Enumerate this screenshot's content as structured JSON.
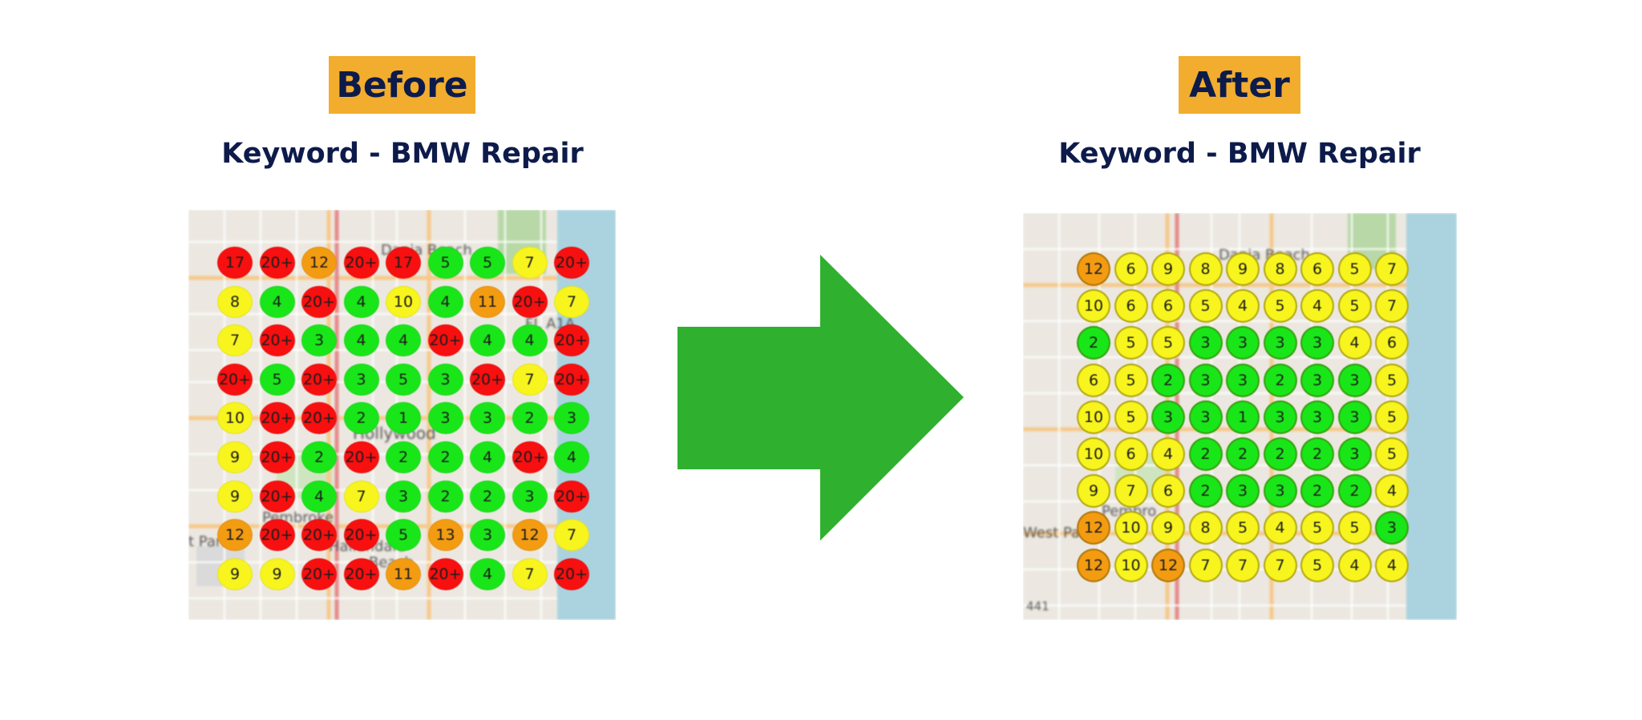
{
  "before": {
    "badge": "Before",
    "subtitle": "Keyword - BMW Repair",
    "map_labels": [
      "Dania Beach",
      "FL A1A",
      "Hollywood",
      "Pembroke",
      "Hallandale",
      "t Park",
      "Beach"
    ],
    "grid": [
      [
        {
          "v": "17",
          "c": "red"
        },
        {
          "v": "20+",
          "c": "red"
        },
        {
          "v": "12",
          "c": "orange"
        },
        {
          "v": "20+",
          "c": "red"
        },
        {
          "v": "17",
          "c": "red"
        },
        {
          "v": "5",
          "c": "green"
        },
        {
          "v": "5",
          "c": "green"
        },
        {
          "v": "7",
          "c": "yellow"
        },
        {
          "v": "20+",
          "c": "red"
        }
      ],
      [
        {
          "v": "8",
          "c": "yellow"
        },
        {
          "v": "4",
          "c": "green"
        },
        {
          "v": "20+",
          "c": "red"
        },
        {
          "v": "4",
          "c": "green"
        },
        {
          "v": "10",
          "c": "yellow"
        },
        {
          "v": "4",
          "c": "green"
        },
        {
          "v": "11",
          "c": "orange"
        },
        {
          "v": "20+",
          "c": "red"
        },
        {
          "v": "7",
          "c": "yellow"
        }
      ],
      [
        {
          "v": "7",
          "c": "yellow"
        },
        {
          "v": "20+",
          "c": "red"
        },
        {
          "v": "3",
          "c": "green"
        },
        {
          "v": "4",
          "c": "green"
        },
        {
          "v": "4",
          "c": "green"
        },
        {
          "v": "20+",
          "c": "red"
        },
        {
          "v": "4",
          "c": "green"
        },
        {
          "v": "4",
          "c": "green"
        },
        {
          "v": "20+",
          "c": "red"
        }
      ],
      [
        {
          "v": "20+",
          "c": "red"
        },
        {
          "v": "5",
          "c": "green"
        },
        {
          "v": "20+",
          "c": "red"
        },
        {
          "v": "3",
          "c": "green"
        },
        {
          "v": "5",
          "c": "green"
        },
        {
          "v": "3",
          "c": "green"
        },
        {
          "v": "20+",
          "c": "red"
        },
        {
          "v": "7",
          "c": "yellow"
        },
        {
          "v": "20+",
          "c": "red"
        }
      ],
      [
        {
          "v": "10",
          "c": "yellow"
        },
        {
          "v": "20+",
          "c": "red"
        },
        {
          "v": "20+",
          "c": "red"
        },
        {
          "v": "2",
          "c": "green"
        },
        {
          "v": "1",
          "c": "green"
        },
        {
          "v": "3",
          "c": "green"
        },
        {
          "v": "3",
          "c": "green"
        },
        {
          "v": "2",
          "c": "green"
        },
        {
          "v": "3",
          "c": "green"
        }
      ],
      [
        {
          "v": "9",
          "c": "yellow"
        },
        {
          "v": "20+",
          "c": "red"
        },
        {
          "v": "2",
          "c": "green"
        },
        {
          "v": "20+",
          "c": "red"
        },
        {
          "v": "2",
          "c": "green"
        },
        {
          "v": "2",
          "c": "green"
        },
        {
          "v": "4",
          "c": "green"
        },
        {
          "v": "20+",
          "c": "red"
        },
        {
          "v": "4",
          "c": "green"
        }
      ],
      [
        {
          "v": "9",
          "c": "yellow"
        },
        {
          "v": "20+",
          "c": "red"
        },
        {
          "v": "4",
          "c": "green"
        },
        {
          "v": "7",
          "c": "yellow"
        },
        {
          "v": "3",
          "c": "green"
        },
        {
          "v": "2",
          "c": "green"
        },
        {
          "v": "2",
          "c": "green"
        },
        {
          "v": "3",
          "c": "green"
        },
        {
          "v": "20+",
          "c": "red"
        }
      ],
      [
        {
          "v": "12",
          "c": "orange"
        },
        {
          "v": "20+",
          "c": "red"
        },
        {
          "v": "20+",
          "c": "red"
        },
        {
          "v": "20+",
          "c": "red"
        },
        {
          "v": "5",
          "c": "green"
        },
        {
          "v": "13",
          "c": "orange"
        },
        {
          "v": "3",
          "c": "green"
        },
        {
          "v": "12",
          "c": "orange"
        },
        {
          "v": "7",
          "c": "yellow"
        }
      ],
      [
        {
          "v": "9",
          "c": "yellow"
        },
        {
          "v": "9",
          "c": "yellow"
        },
        {
          "v": "20+",
          "c": "red"
        },
        {
          "v": "20+",
          "c": "red"
        },
        {
          "v": "11",
          "c": "orange"
        },
        {
          "v": "20+",
          "c": "red"
        },
        {
          "v": "4",
          "c": "green"
        },
        {
          "v": "7",
          "c": "yellow"
        },
        {
          "v": "20+",
          "c": "red"
        }
      ]
    ]
  },
  "after": {
    "badge": "After",
    "subtitle": "Keyword - BMW Repair",
    "map_labels": [
      "Dania Beach",
      "West Par",
      "Pembro",
      "441"
    ],
    "grid": [
      [
        {
          "v": "12",
          "c": "orange"
        },
        {
          "v": "6",
          "c": "yellow"
        },
        {
          "v": "9",
          "c": "yellow"
        },
        {
          "v": "8",
          "c": "yellow"
        },
        {
          "v": "9",
          "c": "yellow"
        },
        {
          "v": "8",
          "c": "yellow"
        },
        {
          "v": "6",
          "c": "yellow"
        },
        {
          "v": "5",
          "c": "yellow"
        },
        {
          "v": "7",
          "c": "yellow"
        }
      ],
      [
        {
          "v": "10",
          "c": "yellow"
        },
        {
          "v": "6",
          "c": "yellow"
        },
        {
          "v": "6",
          "c": "yellow"
        },
        {
          "v": "5",
          "c": "yellow"
        },
        {
          "v": "4",
          "c": "yellow"
        },
        {
          "v": "5",
          "c": "yellow"
        },
        {
          "v": "4",
          "c": "yellow"
        },
        {
          "v": "5",
          "c": "yellow"
        },
        {
          "v": "7",
          "c": "yellow"
        }
      ],
      [
        {
          "v": "2",
          "c": "green"
        },
        {
          "v": "5",
          "c": "yellow"
        },
        {
          "v": "5",
          "c": "yellow"
        },
        {
          "v": "3",
          "c": "green"
        },
        {
          "v": "3",
          "c": "green"
        },
        {
          "v": "3",
          "c": "green"
        },
        {
          "v": "3",
          "c": "green"
        },
        {
          "v": "4",
          "c": "yellow"
        },
        {
          "v": "6",
          "c": "yellow"
        }
      ],
      [
        {
          "v": "6",
          "c": "yellow"
        },
        {
          "v": "5",
          "c": "yellow"
        },
        {
          "v": "2",
          "c": "green"
        },
        {
          "v": "3",
          "c": "green"
        },
        {
          "v": "3",
          "c": "green"
        },
        {
          "v": "2",
          "c": "green"
        },
        {
          "v": "3",
          "c": "green"
        },
        {
          "v": "3",
          "c": "green"
        },
        {
          "v": "5",
          "c": "yellow"
        }
      ],
      [
        {
          "v": "10",
          "c": "yellow"
        },
        {
          "v": "5",
          "c": "yellow"
        },
        {
          "v": "3",
          "c": "green"
        },
        {
          "v": "3",
          "c": "green"
        },
        {
          "v": "1",
          "c": "green"
        },
        {
          "v": "3",
          "c": "green"
        },
        {
          "v": "3",
          "c": "green"
        },
        {
          "v": "3",
          "c": "green"
        },
        {
          "v": "5",
          "c": "yellow"
        }
      ],
      [
        {
          "v": "10",
          "c": "yellow"
        },
        {
          "v": "6",
          "c": "yellow"
        },
        {
          "v": "4",
          "c": "yellow"
        },
        {
          "v": "2",
          "c": "green"
        },
        {
          "v": "2",
          "c": "green"
        },
        {
          "v": "2",
          "c": "green"
        },
        {
          "v": "2",
          "c": "green"
        },
        {
          "v": "3",
          "c": "green"
        },
        {
          "v": "5",
          "c": "yellow"
        }
      ],
      [
        {
          "v": "9",
          "c": "yellow"
        },
        {
          "v": "7",
          "c": "yellow"
        },
        {
          "v": "6",
          "c": "yellow"
        },
        {
          "v": "2",
          "c": "green"
        },
        {
          "v": "3",
          "c": "green"
        },
        {
          "v": "3",
          "c": "green"
        },
        {
          "v": "2",
          "c": "green"
        },
        {
          "v": "2",
          "c": "green"
        },
        {
          "v": "4",
          "c": "yellow"
        }
      ],
      [
        {
          "v": "12",
          "c": "orange"
        },
        {
          "v": "10",
          "c": "yellow"
        },
        {
          "v": "9",
          "c": "yellow"
        },
        {
          "v": "8",
          "c": "yellow"
        },
        {
          "v": "5",
          "c": "yellow"
        },
        {
          "v": "4",
          "c": "yellow"
        },
        {
          "v": "5",
          "c": "yellow"
        },
        {
          "v": "5",
          "c": "yellow"
        },
        {
          "v": "3",
          "c": "green"
        }
      ],
      [
        {
          "v": "12",
          "c": "orange"
        },
        {
          "v": "10",
          "c": "yellow"
        },
        {
          "v": "12",
          "c": "orange"
        },
        {
          "v": "7",
          "c": "yellow"
        },
        {
          "v": "7",
          "c": "yellow"
        },
        {
          "v": "7",
          "c": "yellow"
        },
        {
          "v": "5",
          "c": "yellow"
        },
        {
          "v": "4",
          "c": "yellow"
        },
        {
          "v": "4",
          "c": "yellow"
        }
      ]
    ]
  },
  "colors": {
    "badge": "#f2ad2e",
    "title_text": "#0d1b4b",
    "arrow": "#2fb02f",
    "red": "#f80f0f",
    "orange": "#f39c12",
    "yellow": "#f8f51e",
    "green": "#19e619",
    "water": "#aad3df"
  },
  "icons": {
    "arrow": "right-arrow-icon"
  }
}
